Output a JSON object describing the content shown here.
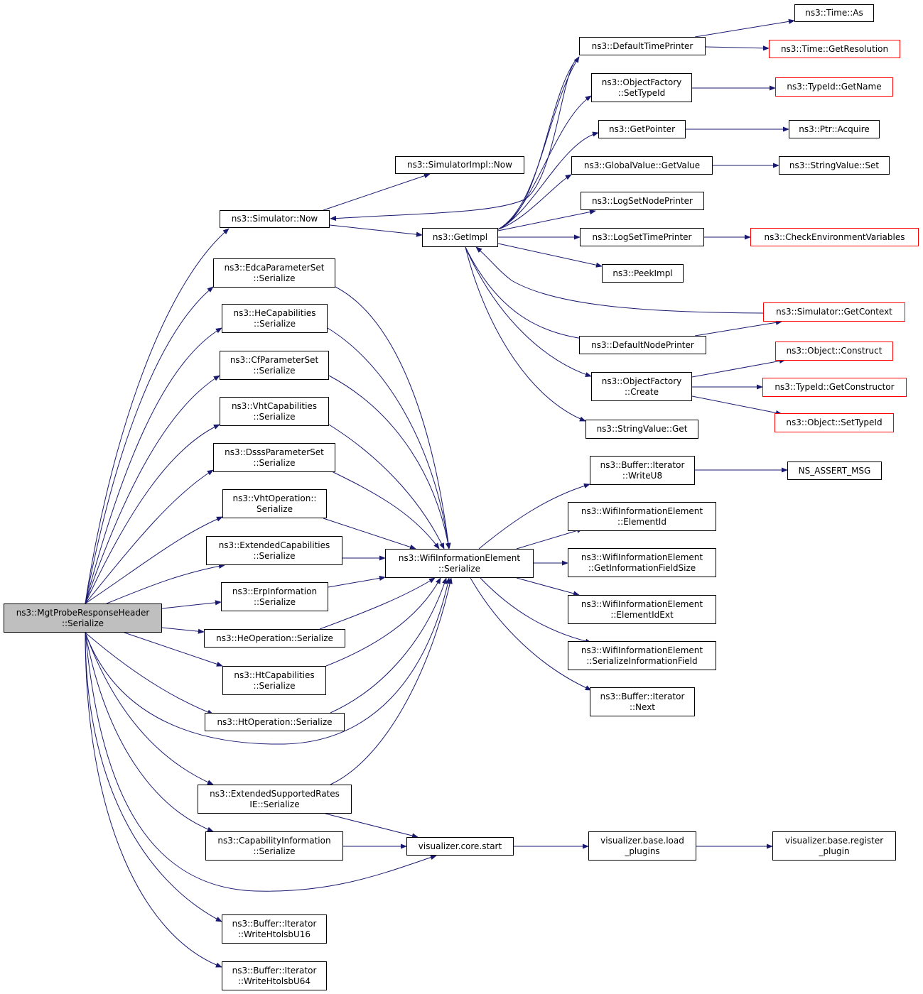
{
  "colors": {
    "edge": "#191970",
    "box_border": "#000000",
    "truncated_border": "#ff0000",
    "root_fill": "#bfbfbf"
  },
  "nodes": {
    "root": [
      "ns3::MgtProbeResponseHeader",
      "::Serialize"
    ],
    "simulator_now": [
      "ns3::Simulator::Now"
    ],
    "simulatorimpl_now": [
      "ns3::SimulatorImpl::Now"
    ],
    "getimpl": [
      "ns3::GetImpl"
    ],
    "default_time_printer": [
      "ns3::DefaultTimePrinter"
    ],
    "time_as": [
      "ns3::Time::As"
    ],
    "time_getresolution": [
      "ns3::Time::GetResolution"
    ],
    "objectfactory_settypeid": [
      "ns3::ObjectFactory",
      "::SetTypeId"
    ],
    "typeid_getname": [
      "ns3::TypeId::GetName"
    ],
    "getpointer": [
      "ns3::GetPointer"
    ],
    "ptr_acquire": [
      "ns3::Ptr::Acquire"
    ],
    "globalvalue_getvalue": [
      "ns3::GlobalValue::GetValue"
    ],
    "stringvalue_set": [
      "ns3::StringValue::Set"
    ],
    "logsetnodeprinter": [
      "ns3::LogSetNodePrinter"
    ],
    "logsettimeprinter": [
      "ns3::LogSetTimePrinter"
    ],
    "checkenv": [
      "ns3::CheckEnvironmentVariables"
    ],
    "peekimpl": [
      "ns3::PeekImpl"
    ],
    "simulator_getcontext": [
      "ns3::Simulator::GetContext"
    ],
    "default_node_printer": [
      "ns3::DefaultNodePrinter"
    ],
    "object_construct": [
      "ns3::Object::Construct"
    ],
    "objectfactory_create": [
      "ns3::ObjectFactory",
      "::Create"
    ],
    "typeid_getconstructor": [
      "ns3::TypeId::GetConstructor"
    ],
    "object_settypeid": [
      "ns3::Object::SetTypeId"
    ],
    "stringvalue_get": [
      "ns3::StringValue::Get"
    ],
    "edca": [
      "ns3::EdcaParameterSet",
      "::Serialize"
    ],
    "hecap": [
      "ns3::HeCapabilities",
      "::Serialize"
    ],
    "cfparam": [
      "ns3::CfParameterSet",
      "::Serialize"
    ],
    "vhtcap": [
      "ns3::VhtCapabilities",
      "::Serialize"
    ],
    "dsss": [
      "ns3::DsssParameterSet",
      "::Serialize"
    ],
    "vhtop": [
      "ns3::VhtOperation::",
      "Serialize"
    ],
    "extcap": [
      "ns3::ExtendedCapabilities",
      "::Serialize"
    ],
    "erp": [
      "ns3::ErpInformation",
      "::Serialize"
    ],
    "heop": [
      "ns3::HeOperation::Serialize"
    ],
    "htcap": [
      "ns3::HtCapabilities",
      "::Serialize"
    ],
    "htop": [
      "ns3::HtOperation::Serialize"
    ],
    "extrates": [
      "ns3::ExtendedSupportedRates",
      "IE::Serialize"
    ],
    "capinfo": [
      "ns3::CapabilityInformation",
      "::Serialize"
    ],
    "whtolsb16": [
      "ns3::Buffer::Iterator",
      "::WriteHtolsbU16"
    ],
    "whtolsb64": [
      "ns3::Buffer::Iterator",
      "::WriteHtolsbU64"
    ],
    "wie_serialize": [
      "ns3::WifiInformationElement",
      "::Serialize"
    ],
    "writeu8": [
      "ns3::Buffer::Iterator",
      "::WriteU8"
    ],
    "ns_assert": [
      "NS_ASSERT_MSG"
    ],
    "wie_elementid": [
      "ns3::WifiInformationElement",
      "::ElementId"
    ],
    "wie_getinfo": [
      "ns3::WifiInformationElement",
      "::GetInformationFieldSize"
    ],
    "wie_elementidext": [
      "ns3::WifiInformationElement",
      "::ElementIdExt"
    ],
    "wie_serinfo": [
      "ns3::WifiInformationElement",
      "::SerializeInformationField"
    ],
    "iter_next": [
      "ns3::Buffer::Iterator",
      "::Next"
    ],
    "viz_start": [
      "visualizer.core.start"
    ],
    "viz_load": [
      "visualizer.base.load",
      "_plugins"
    ],
    "viz_register": [
      "visualizer.base.register",
      "_plugin"
    ]
  }
}
